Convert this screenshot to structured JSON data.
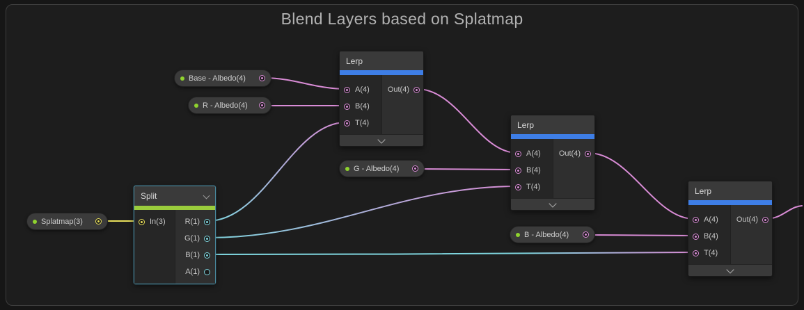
{
  "title": "Blend Layers based on Splatmap",
  "property_nodes": [
    {
      "id": "splatmap",
      "label": "Splatmap(3)",
      "type": "vector3"
    },
    {
      "id": "base-albedo",
      "label": "Base - Albedo(4)",
      "type": "vector4"
    },
    {
      "id": "r-albedo",
      "label": "R - Albedo(4)",
      "type": "vector4"
    },
    {
      "id": "g-albedo",
      "label": "G - Albedo(4)",
      "type": "vector4"
    },
    {
      "id": "b-albedo",
      "label": "B - Albedo(4)",
      "type": "vector4"
    }
  ],
  "split_node": {
    "title": "Split",
    "input_label": "In(3)",
    "output_labels": [
      "R(1)",
      "G(1)",
      "B(1)",
      "A(1)"
    ]
  },
  "lerp_nodes": [
    {
      "title": "Lerp",
      "input_labels": [
        "A(4)",
        "B(4)",
        "T(4)"
      ],
      "output_label": "Out(4)"
    },
    {
      "title": "Lerp",
      "input_labels": [
        "A(4)",
        "B(4)",
        "T(4)"
      ],
      "output_label": "Out(4)"
    },
    {
      "title": "Lerp",
      "input_labels": [
        "A(4)",
        "B(4)",
        "T(4)"
      ],
      "output_label": "Out(4)"
    }
  ],
  "colors": {
    "vector1_port": "#7FD6DF",
    "vector3_port": "#E9E05B",
    "vector4_port": "#D98CD6",
    "split_accent": "#9ACD3C",
    "lerp_accent": "#3E7EE6",
    "exposed_dot": "#8FD32E"
  }
}
